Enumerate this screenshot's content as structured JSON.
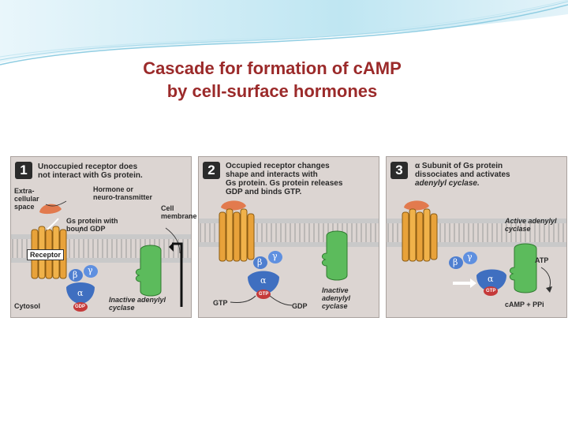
{
  "title": {
    "line1": "Cascade for formation of cAMP",
    "line2": "by cell-surface hormones"
  },
  "panels": [
    {
      "number": "1",
      "caption": [
        "Unoccupied receptor does",
        "not interact with Gs protein."
      ],
      "labels": {
        "extracellular": "Extra-cellular space",
        "hormone": "Hormone or neuro-transmitter",
        "cell_membrane": "Cell membrane",
        "gs_protein": "Gs protein with bound GDP",
        "receptor": "Receptor",
        "cytosol": "Cytosol",
        "inactive_cyclase": "Inactive adenylyl cyclase",
        "beta": "β",
        "gamma": "γ",
        "alpha": "α",
        "gdp": "GDP"
      }
    },
    {
      "number": "2",
      "caption": [
        "Occupied receptor changes",
        "shape and interacts with",
        "Gs protein. Gs protein releases",
        "GDP and binds GTP."
      ],
      "labels": {
        "gtp": "GTP",
        "gdp": "GDP",
        "inactive_cyclase": "Inactive adenylyl cyclase",
        "beta": "β",
        "gamma": "γ",
        "alpha": "α",
        "gtp_small": "GTP"
      }
    },
    {
      "number": "3",
      "caption": [
        "α Subunit of Gs protein",
        "dissociates and activates",
        "adenylyl cyclase."
      ],
      "labels": {
        "active_cyclase": "Active adenylyl cyclase",
        "atp": "ATP",
        "products": "cAMP + PPi",
        "beta": "β",
        "gamma": "γ",
        "alpha": "α",
        "gtp_small": "GTP"
      }
    }
  ],
  "colors": {
    "title": "#9b2a2a",
    "receptor": "#e8a23a",
    "hormone": "#e27a4e",
    "g_protein": "#4f7fd0",
    "cyclase": "#5cbb5c",
    "membrane": "#b9b9b9"
  }
}
